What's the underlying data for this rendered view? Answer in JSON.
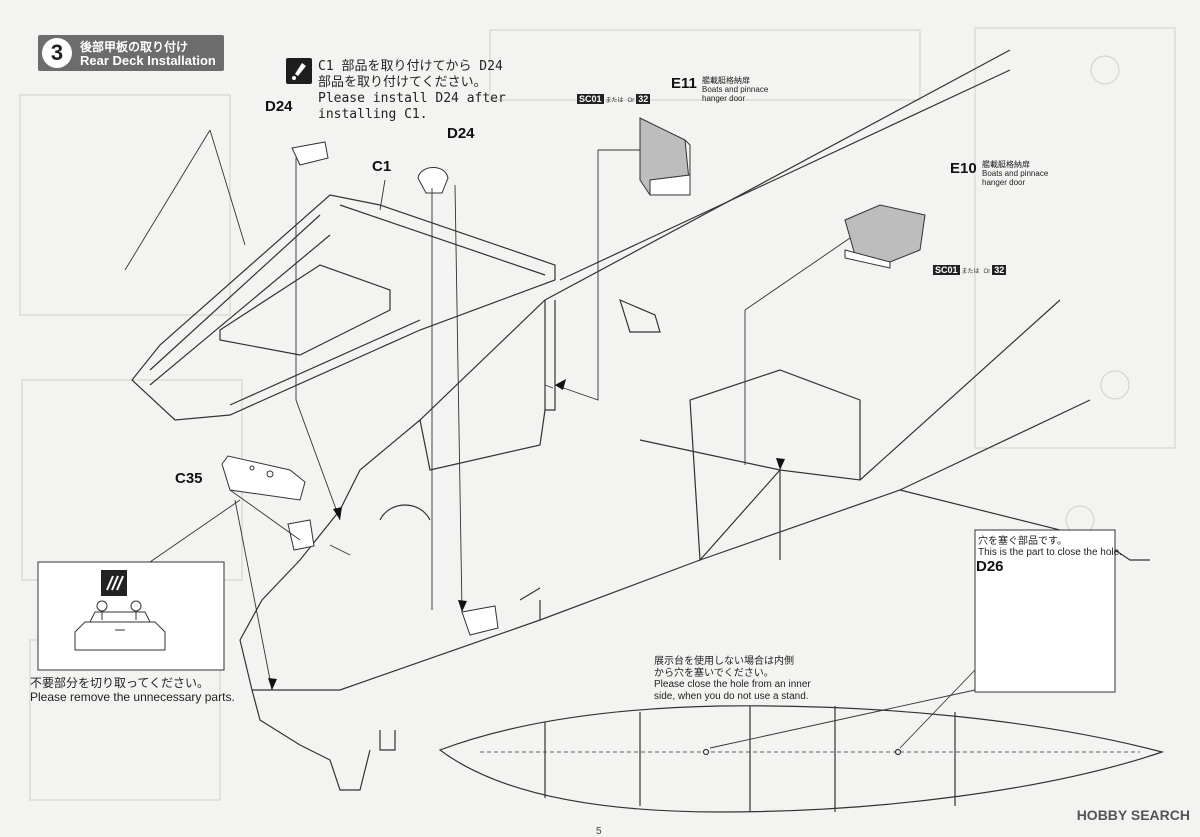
{
  "step": {
    "number": "3",
    "title_ja": "後部甲板の取り付け",
    "title_en": "Rear Deck Installation"
  },
  "callout": {
    "line1": "C1 部品を取り付けてから D24",
    "line2": "部品を取り付けてください。",
    "line3": "Please install D24 after",
    "line4": "installing C1."
  },
  "parts": {
    "d24_left": "D24",
    "d24_right": "D24",
    "c1": "C1",
    "c35": "C35",
    "e11": "E11",
    "e10": "E10",
    "d26": "D26"
  },
  "e11_desc": {
    "ja": "艦載艇格納扉",
    "en1": "Boats and pinnace",
    "en2": "hanger door"
  },
  "e10_desc": {
    "ja": "艦載艇格納扉",
    "en1": "Boats and pinnace",
    "en2": "hanger door"
  },
  "codes": {
    "e11": {
      "sc": "SC01",
      "mata": "または",
      "or": "Or",
      "num": "32"
    },
    "e10": {
      "sc": "SC01",
      "mata": "または",
      "or": "Or",
      "num": "32"
    }
  },
  "cut_note": {
    "ja": "不要部分を切り取ってください。",
    "en": "Please remove the unnecessary parts."
  },
  "hole_part_note": {
    "ja": "穴を塞ぐ部品です。",
    "en": "This is the part to close the hole."
  },
  "stand_note": {
    "ja1": "展示台を使用しない場合は内側",
    "ja2": "から穴を塞いでください。",
    "en1": "Please close the hole from an inner",
    "en2": "side, when you do not use a stand."
  },
  "footer": {
    "logo": "HOBBY SEARCH",
    "page": "5"
  },
  "colors": {
    "header_bg": "#6c6c6c",
    "paper": "#f3f3f1",
    "ink": "#222222"
  }
}
